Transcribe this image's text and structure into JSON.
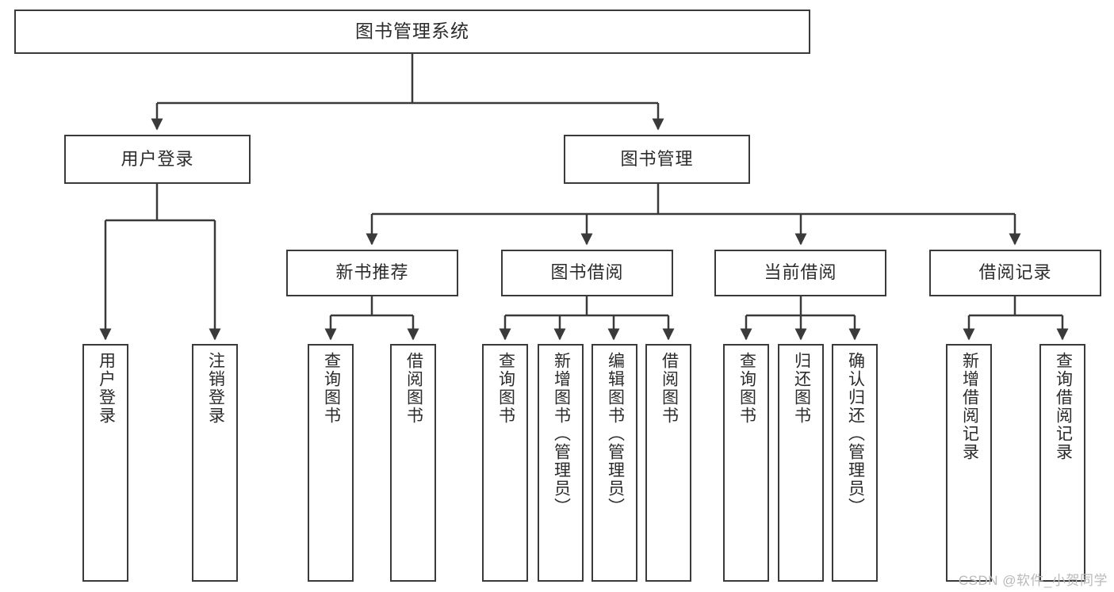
{
  "diagram": {
    "title": "图书管理系统",
    "type": "tree-hierarchy",
    "stroke_color": "#3a3a3a",
    "text_color": "#2b2b2b",
    "background_color": "#ffffff"
  },
  "nodes": {
    "root": {
      "label": "图书管理系统"
    },
    "level2": [
      {
        "label": "用户登录"
      },
      {
        "label": "图书管理"
      }
    ],
    "level3": [
      {
        "label": "新书推荐"
      },
      {
        "label": "图书借阅"
      },
      {
        "label": "当前借阅"
      },
      {
        "label": "借阅记录"
      }
    ],
    "leaves": [
      {
        "label": "用户登录"
      },
      {
        "label": "注销登录"
      },
      {
        "label": "查询图书"
      },
      {
        "label": "借阅图书"
      },
      {
        "label": "查询图书"
      },
      {
        "label": "新增图书（管理员）"
      },
      {
        "label": "编辑图书（管理员）"
      },
      {
        "label": "借阅图书"
      },
      {
        "label": "查询图书"
      },
      {
        "label": "归还图书"
      },
      {
        "label": "确认归还（管理员）"
      },
      {
        "label": "新增借阅记录"
      },
      {
        "label": "查询借阅记录"
      }
    ]
  },
  "watermark": {
    "text": "CSDN @软件_小贺同学"
  }
}
